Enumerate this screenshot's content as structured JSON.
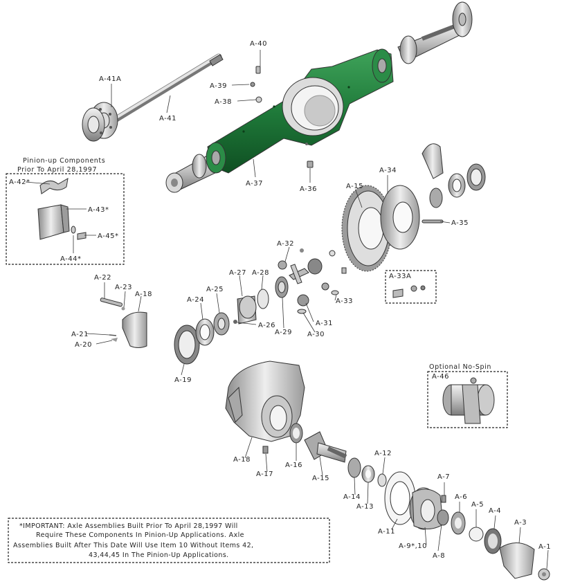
{
  "colors": {
    "housing": "#1f7a3a",
    "housing_dark": "#0f4f22",
    "steel": "#c9c9c9",
    "steel_dark": "#8a8a8a"
  },
  "labels": {
    "a1": "A-1",
    "a3": "A-3",
    "a4": "A-4",
    "a5": "A-5",
    "a6": "A-6",
    "a7": "A-7",
    "a8": "A-8",
    "a9": "A-9*,10",
    "a11": "A-11",
    "a12": "A-12",
    "a13": "A-13",
    "a14": "A-14",
    "a15_pinion": "A-15",
    "a15_ring": "A-15",
    "a16": "A-16",
    "a17": "A-17",
    "a18_bottom": "A-18",
    "a18_cap": "A-18",
    "a19": "A-19",
    "a20": "A-20",
    "a21": "A-21",
    "a22": "A-22",
    "a23": "A-23",
    "a24": "A-24",
    "a25": "A-25",
    "a26": "A-26",
    "a27": "A-27",
    "a28": "A-28",
    "a29": "A-29",
    "a30": "A-30",
    "a31": "A-31",
    "a32": "A-32",
    "a33": "A-33",
    "a33a": "A-33A",
    "a34": "A-34",
    "a35": "A-35",
    "a36": "A-36",
    "a37": "A-37",
    "a38": "A-38",
    "a39": "A-39",
    "a40": "A-40",
    "a41": "A-41",
    "a41a": "A-41A",
    "a42": "A-42*",
    "a43": "A-43*",
    "a44": "A-44*",
    "a45": "A-45*",
    "a46": "A-46"
  },
  "pinion_up": {
    "title_line1": "Pinion-up Components",
    "title_line2": "Prior To April 28,1997"
  },
  "no_spin": {
    "title": "Optional No-Spin"
  },
  "important_note": {
    "line1": "*IMPORTANT: Axle Assemblies Built Prior To April 28,1997  Will",
    "line2": "Require These Components In Pinion-Up Applications. Axle",
    "line3": "Assemblies Built After This Date Will Use Item 10 Without Items 42,",
    "line4": "43,44,45 In The Pinion-Up Applications."
  }
}
